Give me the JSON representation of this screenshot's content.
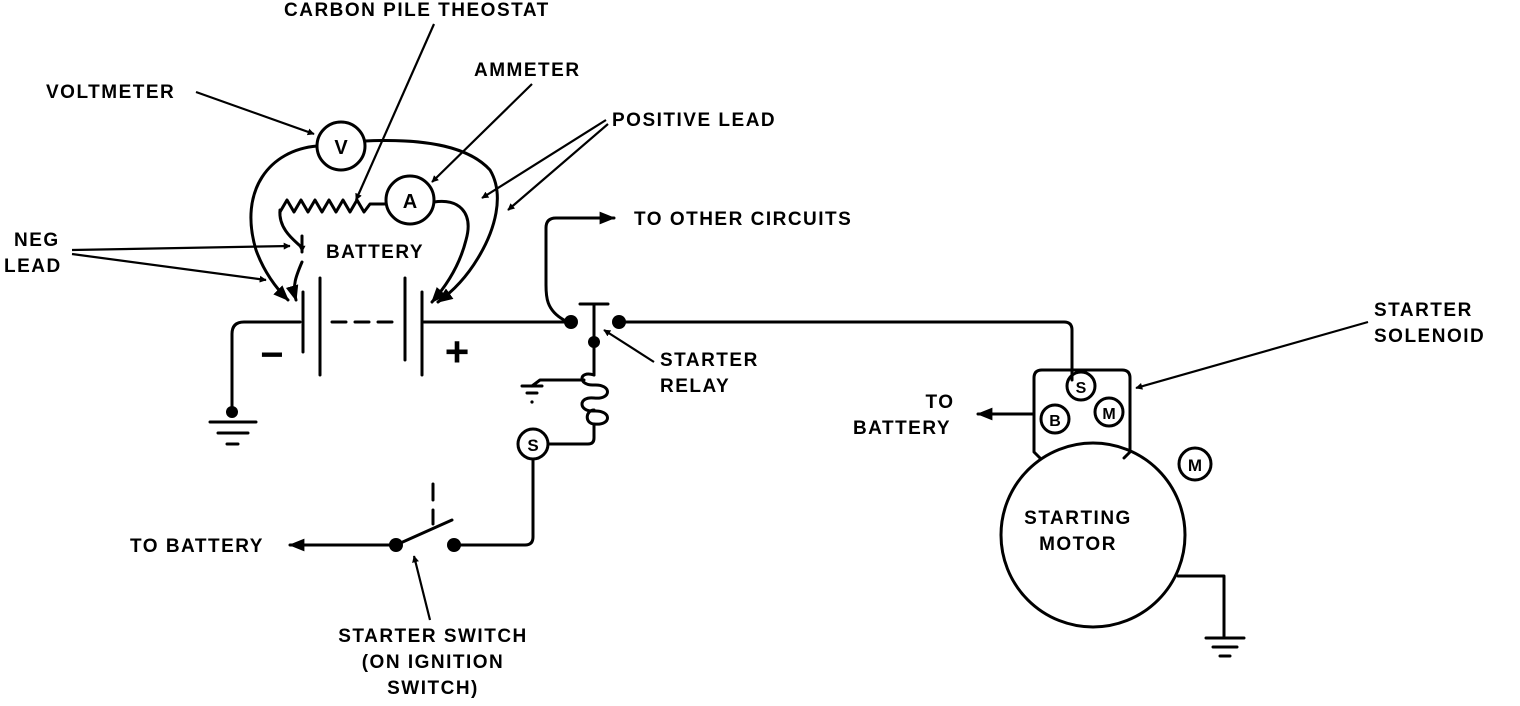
{
  "labels": {
    "carbon_pile": "CARBON PILE THEOSTAT",
    "voltmeter": "VOLTMETER",
    "ammeter": "AMMETER",
    "positive_lead": "POSITIVE LEAD",
    "neg_lead_1": "NEG",
    "neg_lead_2": "LEAD",
    "battery": "BATTERY",
    "to_other_circuits": "TO OTHER CIRCUITS",
    "starter_relay_1": "STARTER",
    "starter_relay_2": "RELAY",
    "starter_solenoid_1": "STARTER",
    "starter_solenoid_2": "SOLENOID",
    "to_battery_right_1": "TO",
    "to_battery_right_2": "BATTERY",
    "to_battery_left": "TO BATTERY",
    "starting_motor_1": "STARTING",
    "starting_motor_2": "MOTOR",
    "starter_switch_1": "STARTER SWITCH",
    "starter_switch_2": "(ON IGNITION",
    "starter_switch_3": "SWITCH)"
  },
  "symbols": {
    "voltmeter": "V",
    "ammeter": "A",
    "minus": "−",
    "plus": "+",
    "relay_s": "S",
    "solenoid_s": "S",
    "solenoid_b": "B",
    "solenoid_m": "M",
    "motor_m": "M"
  }
}
